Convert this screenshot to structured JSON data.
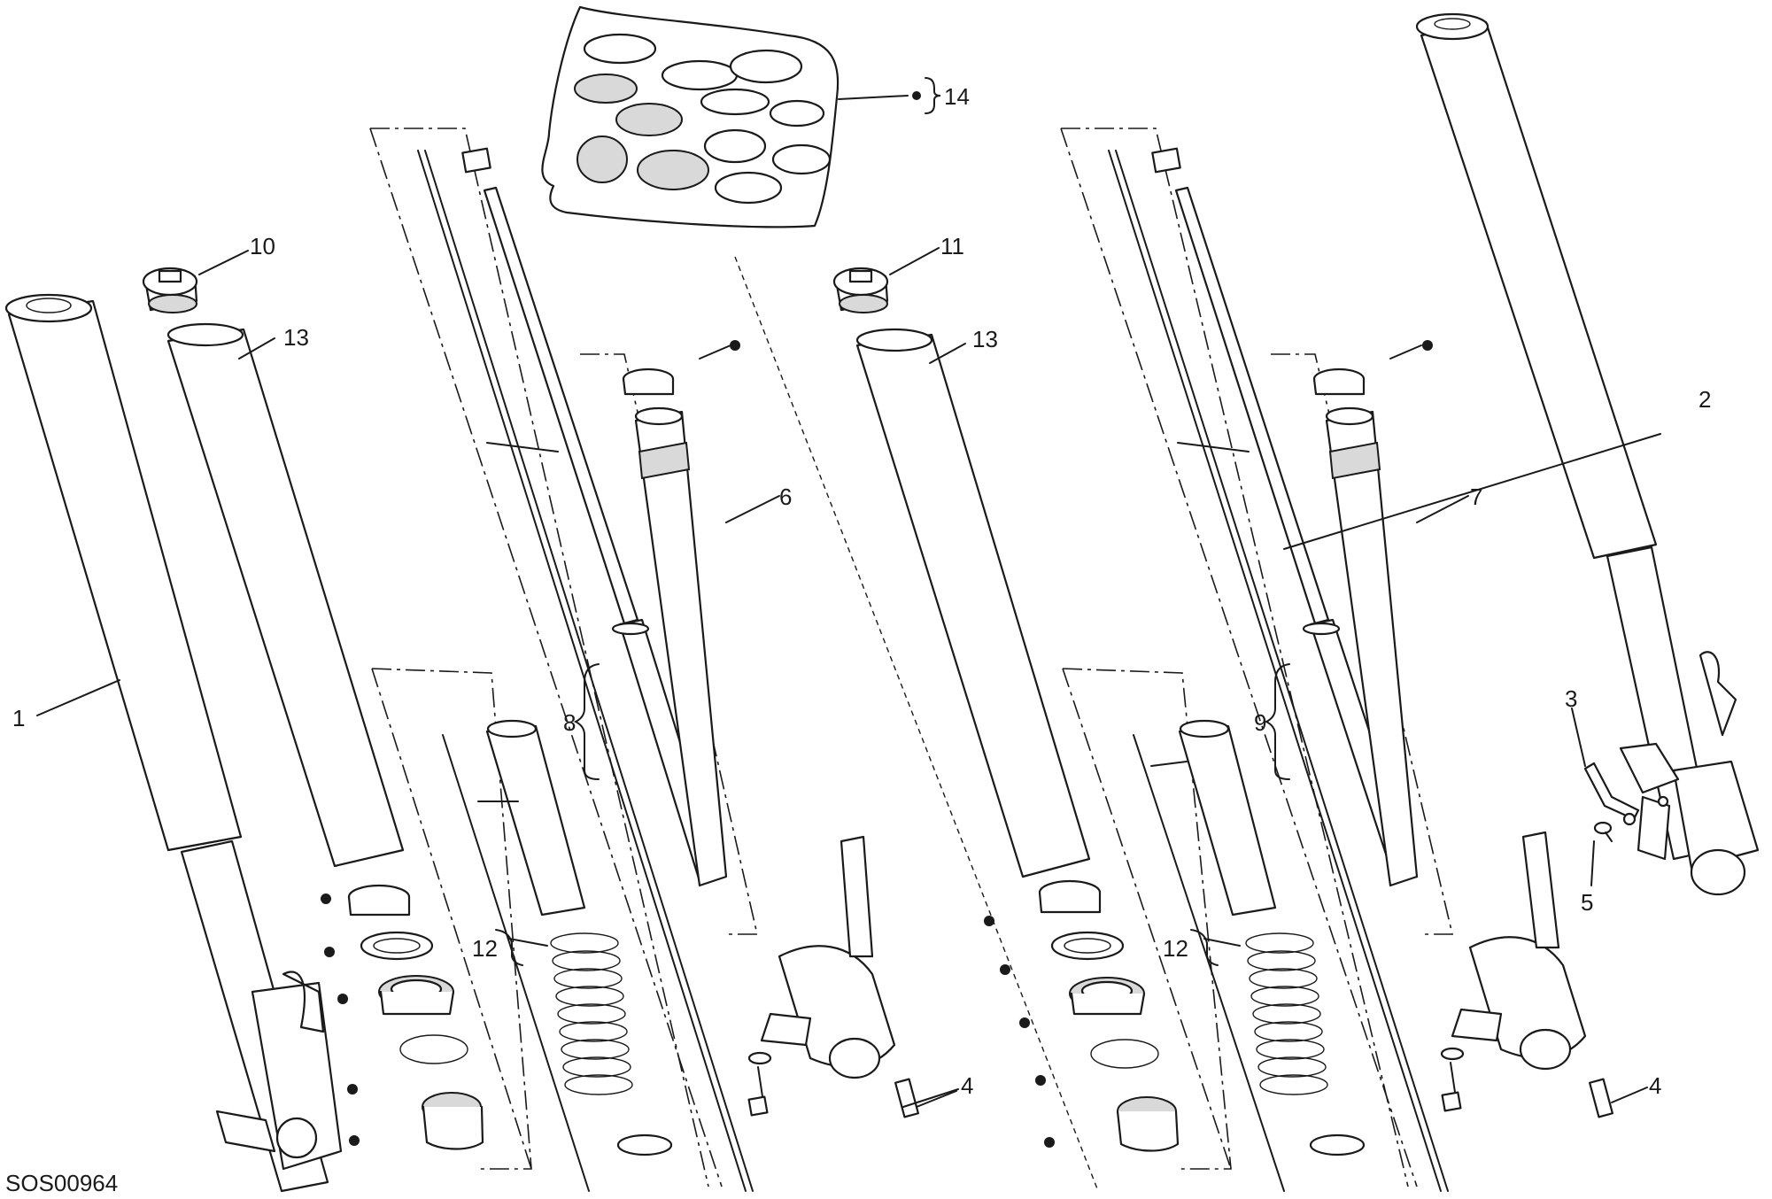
{
  "drawing": {
    "code": "SOS00964",
    "callouts": {
      "c1": "1",
      "c2": "2",
      "c3": "3",
      "c4a": "4",
      "c4b": "4",
      "c5": "5",
      "c6": "6",
      "c7": "7",
      "c8": "8",
      "c9": "9",
      "c10": "10",
      "c11": "11",
      "c12a": "12",
      "c12b": "12",
      "c13a": "13",
      "c13b": "13",
      "c14": "14"
    }
  },
  "colors": {
    "line": "#1a1a1a",
    "background": "#ffffff",
    "shade": "#d9d9d9"
  }
}
